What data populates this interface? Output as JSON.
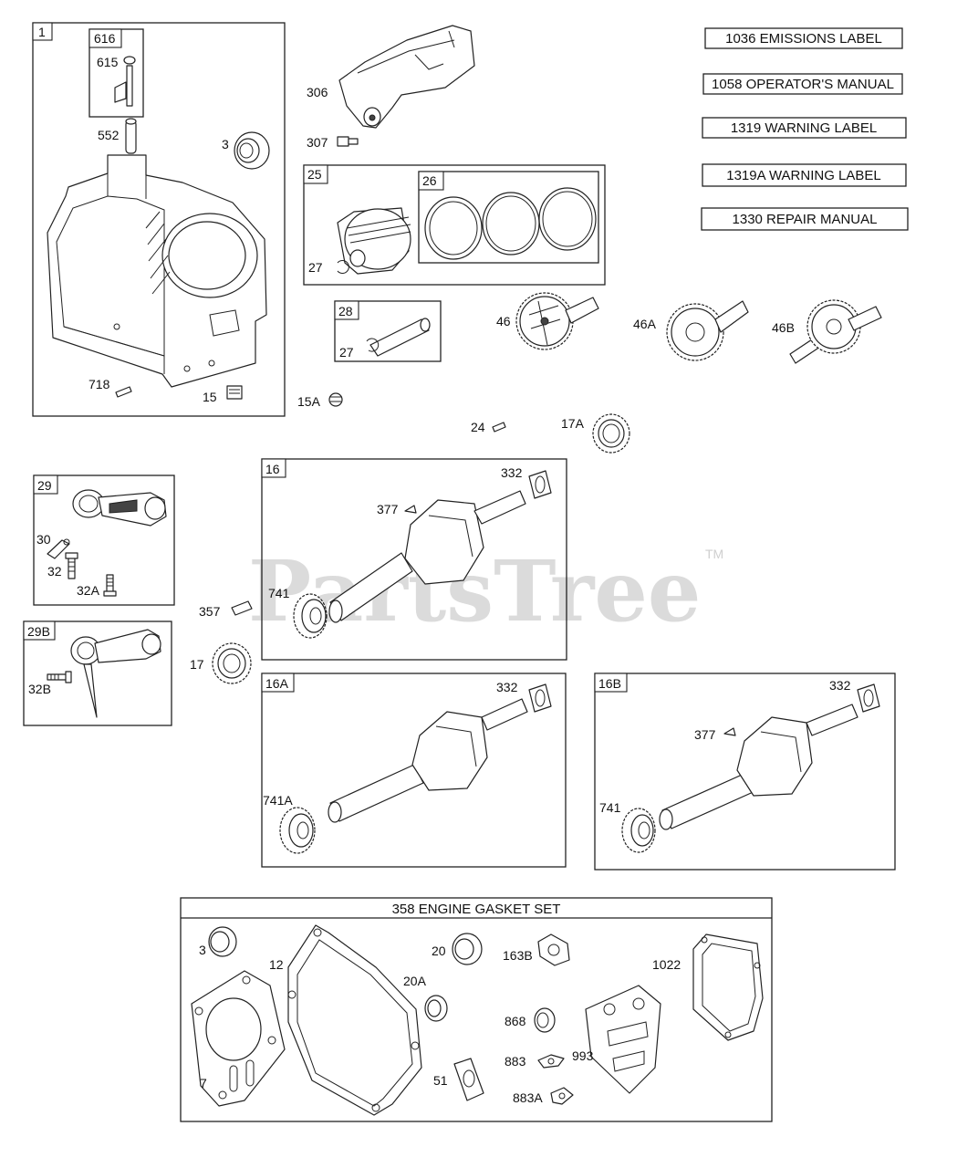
{
  "watermark": {
    "text": "PartsTree",
    "tm": "TM"
  },
  "literature": [
    "1036 EMISSIONS LABEL",
    "1058 OPERATOR'S MANUAL",
    "1319 WARNING LABEL",
    "1319A WARNING LABEL",
    "1330 REPAIR MANUAL"
  ],
  "group_tags": {
    "g1": "1",
    "g616": "616",
    "g25": "25",
    "g26": "26",
    "g28": "28",
    "g29": "29",
    "g29b": "29B",
    "g16": "16",
    "g16a": "16A",
    "g16b": "16B"
  },
  "gasket_set_title": "358 ENGINE GASKET SET",
  "labels": {
    "p615": "615",
    "p552": "552",
    "p3": "3",
    "p718": "718",
    "p15": "15",
    "p306": "306",
    "p307": "307",
    "p27a": "27",
    "p27b": "27",
    "p15a": "15A",
    "p46": "46",
    "p46a": "46A",
    "p46b": "46B",
    "p24": "24",
    "p17a": "17A",
    "p30": "30",
    "p32": "32",
    "p32a": "32A",
    "p32b": "32B",
    "p357": "357",
    "p17": "17",
    "p377a": "377",
    "p332a": "332",
    "p741a": "741",
    "p332b": "332",
    "p741A": "741A",
    "p332c": "332",
    "p377b": "377",
    "p741b": "741",
    "g3": "3",
    "g12": "12",
    "g20": "20",
    "g20a": "20A",
    "g163b": "163B",
    "g1022": "1022",
    "g868": "868",
    "g883": "883",
    "g993": "993",
    "g7": "7",
    "g51": "51",
    "g883a": "883A"
  }
}
